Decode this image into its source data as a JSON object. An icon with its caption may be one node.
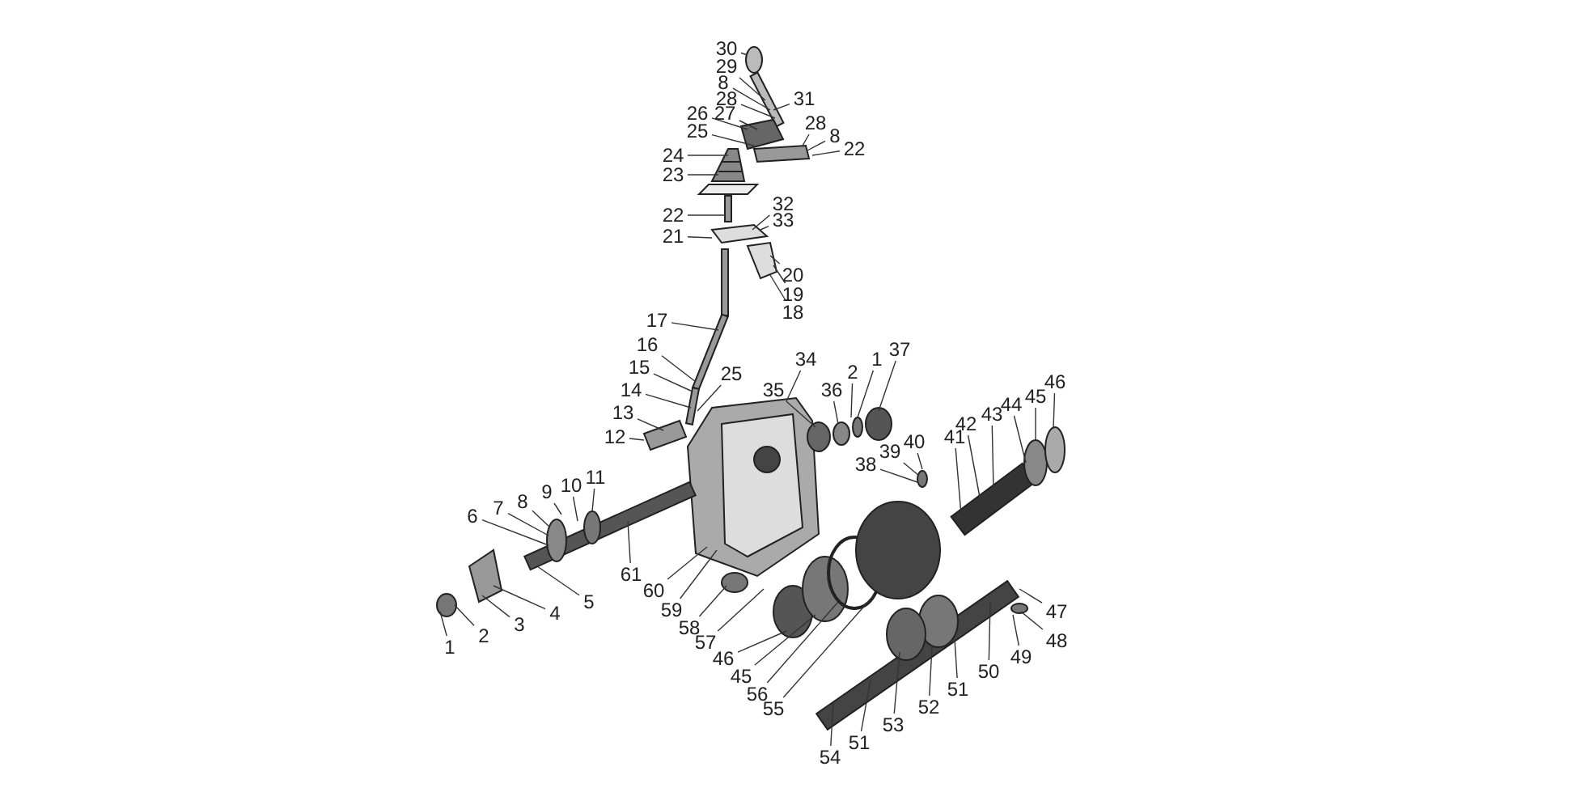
{
  "diagram": {
    "nodes": [
      {
        "text": [
          "30"
        ]
      },
      {
        "text": [
          "29"
        ]
      },
      {
        "text": [
          "8"
        ]
      },
      {
        "text": [
          "28"
        ]
      },
      {
        "text": [
          "31"
        ]
      },
      {
        "text": [
          "26"
        ]
      },
      {
        "text": [
          "27"
        ]
      },
      {
        "text": [
          "28"
        ]
      },
      {
        "text": [
          "25"
        ]
      },
      {
        "text": [
          "8"
        ]
      },
      {
        "text": [
          "22"
        ]
      },
      {
        "text": [
          "24"
        ]
      },
      {
        "text": [
          "23"
        ]
      },
      {
        "text": [
          "32"
        ]
      },
      {
        "text": [
          "22"
        ]
      },
      {
        "text": [
          "33"
        ]
      },
      {
        "text": [
          "21"
        ]
      },
      {
        "text": [
          "20"
        ]
      },
      {
        "text": [
          "19"
        ]
      },
      {
        "text": [
          "18"
        ]
      },
      {
        "text": [
          "17"
        ]
      },
      {
        "text": [
          "16"
        ]
      },
      {
        "text": [
          "15"
        ]
      },
      {
        "text": [
          "25"
        ]
      },
      {
        "text": [
          "14"
        ]
      },
      {
        "text": [
          "13"
        ]
      },
      {
        "text": [
          "12"
        ]
      },
      {
        "text": [
          "34"
        ]
      },
      {
        "text": [
          "35"
        ]
      },
      {
        "text": [
          "36"
        ]
      },
      {
        "text": [
          "2"
        ]
      },
      {
        "text": [
          "1"
        ]
      },
      {
        "text": [
          "37"
        ]
      },
      {
        "text": [
          "40"
        ]
      },
      {
        "text": [
          "39"
        ]
      },
      {
        "text": [
          "38"
        ]
      },
      {
        "text": [
          "41"
        ]
      },
      {
        "text": [
          "42"
        ]
      },
      {
        "text": [
          "43"
        ]
      },
      {
        "text": [
          "44"
        ]
      },
      {
        "text": [
          "45"
        ]
      },
      {
        "text": [
          "46"
        ]
      },
      {
        "text": [
          "11"
        ]
      },
      {
        "text": [
          "10"
        ]
      },
      {
        "text": [
          "9"
        ]
      },
      {
        "text": [
          "8"
        ]
      },
      {
        "text": [
          "7"
        ]
      },
      {
        "text": [
          "6"
        ]
      },
      {
        "text": [
          "61"
        ]
      },
      {
        "text": [
          "60"
        ]
      },
      {
        "text": [
          "59"
        ]
      },
      {
        "text": [
          "58"
        ]
      },
      {
        "text": [
          "57"
        ]
      },
      {
        "text": [
          "5"
        ]
      },
      {
        "text": [
          "4"
        ]
      },
      {
        "text": [
          "3"
        ]
      },
      {
        "text": [
          "2"
        ]
      },
      {
        "text": [
          "1"
        ]
      },
      {
        "text": [
          "46"
        ]
      },
      {
        "text": [
          "45"
        ]
      },
      {
        "text": [
          "56"
        ]
      },
      {
        "text": [
          "55"
        ]
      },
      {
        "text": [
          "47"
        ]
      },
      {
        "text": [
          "48"
        ]
      },
      {
        "text": [
          "49"
        ]
      },
      {
        "text": [
          "50"
        ]
      },
      {
        "text": [
          "51"
        ]
      },
      {
        "text": [
          "52"
        ]
      },
      {
        "text": [
          "53"
        ]
      },
      {
        "text": [
          "51"
        ]
      },
      {
        "text": [
          "54"
        ]
      },
      {
        "text": [],
        "shape": "circle"
      },
      {
        "text": [],
        "shape": "bar"
      },
      {
        "text": [],
        "shape": "box"
      },
      {
        "text": [],
        "shape": "box"
      },
      {
        "text": [],
        "shape": "picture"
      },
      {
        "text": [],
        "shape": "bar"
      },
      {
        "text": [],
        "shape": "box"
      },
      {
        "text": [],
        "shape": "box"
      },
      {
        "text": [],
        "shape": "bar"
      },
      {
        "text": [],
        "shape": "box"
      },
      {
        "text": [],
        "shape": "picture"
      },
      {
        "text": [],
        "shape": "circle"
      },
      {
        "text": [],
        "shape": "circle"
      },
      {
        "text": [],
        "shape": "circle"
      },
      {
        "text": [],
        "shape": "circle"
      },
      {
        "text": [],
        "shape": "circle"
      },
      {
        "text": [],
        "shape": "bar"
      },
      {
        "text": [],
        "shape": "circle"
      },
      {
        "text": [],
        "shape": "circle"
      },
      {
        "text": [],
        "shape": "circle",
        "in": 92
      },
      {
        "text": [],
        "shape": "circle",
        "in": 92
      },
      {
        "text": [],
        "shape": "bar"
      },
      {
        "text": [],
        "shape": "box"
      },
      {
        "text": [],
        "shape": "circle"
      },
      {
        "text": [],
        "shape": "circle"
      },
      {
        "text": [],
        "shape": "circle"
      },
      {
        "text": [],
        "shape": "circle"
      },
      {
        "text": [],
        "shape": "circle"
      },
      {
        "text": [],
        "shape": "circle"
      },
      {
        "text": [],
        "shape": "bar"
      },
      {
        "text": [],
        "shape": "circle"
      },
      {
        "text": [],
        "shape": "circle"
      },
      {
        "text": [],
        "shape": "circle"
      }
    ],
    "edges": [
      {
        "from": 0,
        "to": 71,
        "arrow": "none"
      },
      {
        "from": 1,
        "to": 72,
        "arrow": "none"
      },
      {
        "from": 2,
        "to": 72,
        "arrow": "none"
      },
      {
        "from": 3,
        "to": 72,
        "arrow": "none"
      },
      {
        "from": 4,
        "to": 72,
        "arrow": "none"
      },
      {
        "from": 5,
        "to": 73,
        "arrow": "none"
      },
      {
        "from": 6,
        "to": 73,
        "arrow": "none"
      },
      {
        "from": 7,
        "to": 74,
        "arrow": "none"
      },
      {
        "from": 8,
        "to": 73,
        "arrow": "none"
      },
      {
        "from": 9,
        "to": 74,
        "arrow": "none"
      },
      {
        "from": 10,
        "to": 74,
        "arrow": "none"
      },
      {
        "from": 11,
        "to": 75,
        "arrow": "none"
      },
      {
        "from": 12,
        "to": 75,
        "arrow": "none"
      },
      {
        "from": 13,
        "to": 77,
        "arrow": "none"
      },
      {
        "from": 14,
        "to": 76,
        "arrow": "none"
      },
      {
        "from": 15,
        "to": 77,
        "arrow": "none"
      },
      {
        "from": 16,
        "to": 77,
        "arrow": "none"
      },
      {
        "from": 17,
        "to": 78,
        "arrow": "none"
      },
      {
        "from": 18,
        "to": 78,
        "arrow": "none"
      },
      {
        "from": 19,
        "to": 78,
        "arrow": "none"
      },
      {
        "from": 20,
        "to": 79,
        "arrow": "none"
      },
      {
        "from": 21,
        "to": 79,
        "arrow": "none"
      },
      {
        "from": 22,
        "to": 79,
        "arrow": "none"
      },
      {
        "from": 23,
        "to": 79,
        "arrow": "none"
      },
      {
        "from": 24,
        "to": 79,
        "arrow": "none"
      },
      {
        "from": 25,
        "to": 80,
        "arrow": "none"
      },
      {
        "from": 26,
        "to": 80,
        "arrow": "none"
      },
      {
        "from": 27,
        "to": 81,
        "arrow": "none"
      },
      {
        "from": 28,
        "to": 82,
        "arrow": "none"
      },
      {
        "from": 29,
        "to": 83,
        "arrow": "none"
      },
      {
        "from": 30,
        "to": 84,
        "arrow": "none"
      },
      {
        "from": 31,
        "to": 84,
        "arrow": "none"
      },
      {
        "from": 32,
        "to": 85,
        "arrow": "none"
      },
      {
        "from": 33,
        "to": 86,
        "arrow": "none"
      },
      {
        "from": 34,
        "to": 86,
        "arrow": "none"
      },
      {
        "from": 35,
        "to": 86,
        "arrow": "none"
      },
      {
        "from": 36,
        "to": 87,
        "arrow": "none"
      },
      {
        "from": 37,
        "to": 87,
        "arrow": "none"
      },
      {
        "from": 38,
        "to": 87,
        "arrow": "none"
      },
      {
        "from": 39,
        "to": 88,
        "arrow": "none"
      },
      {
        "from": 40,
        "to": 89,
        "arrow": "none"
      },
      {
        "from": 41,
        "to": 89,
        "arrow": "none"
      },
      {
        "from": 42,
        "to": 91,
        "arrow": "none"
      },
      {
        "from": 43,
        "to": 90,
        "arrow": "none"
      },
      {
        "from": 44,
        "to": 90,
        "arrow": "none"
      },
      {
        "from": 45,
        "to": 90,
        "arrow": "none"
      },
      {
        "from": 46,
        "to": 90,
        "arrow": "none"
      },
      {
        "from": 47,
        "to": 90,
        "arrow": "none"
      },
      {
        "from": 48,
        "to": 92,
        "arrow": "none"
      },
      {
        "from": 49,
        "to": 81,
        "arrow": "none"
      },
      {
        "from": 50,
        "to": 81,
        "arrow": "none"
      },
      {
        "from": 51,
        "to": 95,
        "arrow": "none"
      },
      {
        "from": 52,
        "to": 96,
        "arrow": "none"
      },
      {
        "from": 53,
        "to": 92,
        "arrow": "none"
      },
      {
        "from": 54,
        "to": 93,
        "arrow": "none"
      },
      {
        "from": 55,
        "to": 93,
        "arrow": "none"
      },
      {
        "from": 56,
        "to": 94,
        "arrow": "none"
      },
      {
        "from": 57,
        "to": 94,
        "arrow": "none"
      },
      {
        "from": 58,
        "to": 96,
        "arrow": "none"
      },
      {
        "from": 59,
        "to": 97,
        "arrow": "none"
      },
      {
        "from": 60,
        "to": 98,
        "arrow": "none"
      },
      {
        "from": 61,
        "to": 99,
        "arrow": "none"
      },
      {
        "from": 62,
        "to": 100,
        "arrow": "none"
      },
      {
        "from": 63,
        "to": 101,
        "arrow": "none"
      },
      {
        "from": 64,
        "to": 101,
        "arrow": "none"
      },
      {
        "from": 65,
        "to": 100,
        "arrow": "none"
      },
      {
        "from": 66,
        "to": 102,
        "arrow": "none"
      },
      {
        "from": 67,
        "to": 102,
        "arrow": "none"
      },
      {
        "from": 68,
        "to": 103,
        "arrow": "none"
      },
      {
        "from": 69,
        "to": 100,
        "arrow": "none"
      },
      {
        "from": 70,
        "to": 100,
        "arrow": "none"
      }
    ]
  }
}
